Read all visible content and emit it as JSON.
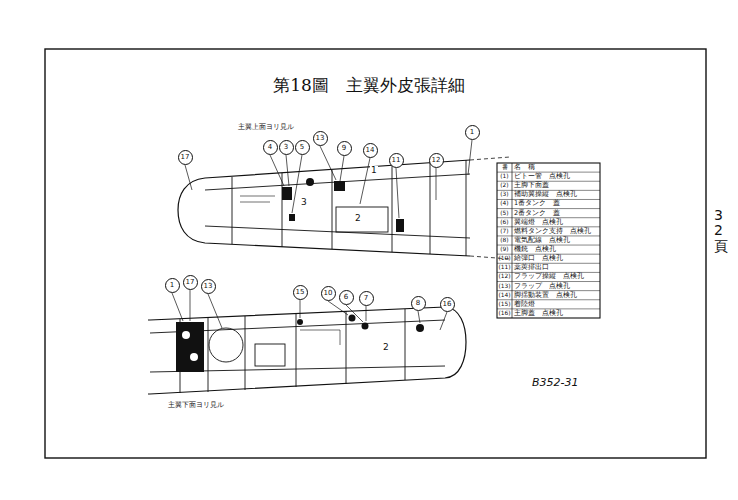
{
  "diagram": {
    "title": "第18圖　主翼外皮張詳細",
    "nodes": [
      {
        "text": [
          "17"
        ]
      },
      {
        "text": [
          "4"
        ]
      },
      {
        "text": [
          "3"
        ]
      },
      {
        "text": [
          "5"
        ]
      },
      {
        "text": [
          "13"
        ]
      },
      {
        "text": [
          "9"
        ]
      },
      {
        "text": [
          "14"
        ]
      },
      {
        "text": [
          "11"
        ]
      },
      {
        "text": [
          "12"
        ]
      },
      {
        "text": [
          "1"
        ]
      },
      {
        "text": [
          "1"
        ]
      },
      {
        "text": [
          "17"
        ]
      },
      {
        "text": [
          "13"
        ]
      },
      {
        "text": [
          "15"
        ]
      },
      {
        "text": [
          "10"
        ]
      },
      {
        "text": [
          "6"
        ]
      },
      {
        "text": [
          "7"
        ]
      },
      {
        "text": [
          "8"
        ]
      },
      {
        "text": [
          "16"
        ]
      }
    ],
    "labels": [
      "主翼上面ヨリ見ル",
      "1",
      "2",
      "3",
      "主翼下面ヨリ見ル",
      "2",
      "B352-31",
      "32頁",
      "番",
      "名　稱",
      "(1)",
      "ピトー管　点検孔",
      "(2)",
      "主脚下面蓋",
      "(3)",
      "補助翼操縦　点検孔",
      "(4)",
      "1番タンク　蓋",
      "(5)",
      "2番タンク　蓋",
      "(6)",
      "翼端燈　点検孔",
      "(7)",
      "燃料タンク支持　点検孔",
      "(8)",
      "電気配線　点検孔",
      "(9)",
      "機銃　点検孔",
      "(10)",
      "給弾口　点検孔",
      "(11)",
      "薬莢排出口",
      "(12)",
      "フラップ操縦　点検孔",
      "(13)",
      "フラップ　点検孔",
      "(14)",
      "脚揺動装置　点検孔",
      "(15)",
      "着陸燈",
      "(16)",
      "主脚蓋　点検孔"
    ]
  }
}
